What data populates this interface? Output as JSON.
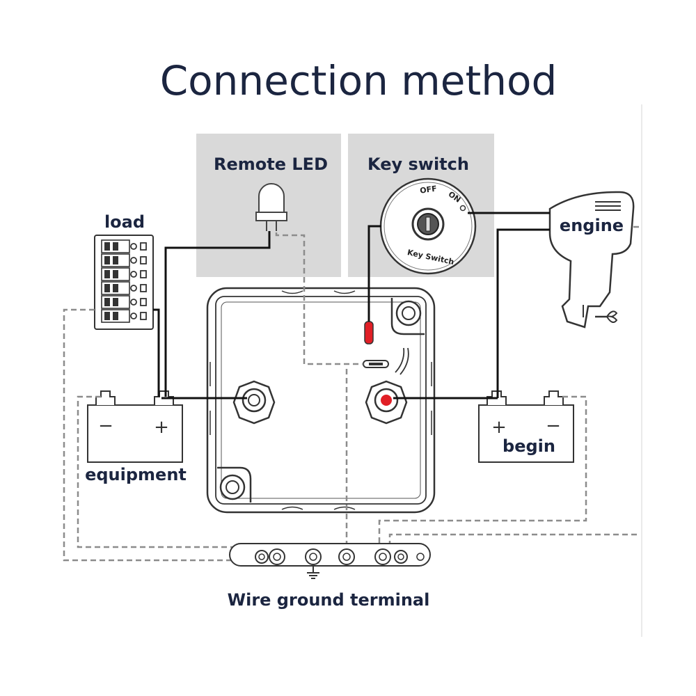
{
  "title": "Connection method",
  "labels": {
    "remote_led": "Remote LED",
    "key_switch": "Key switch",
    "load": "load",
    "engine": "engine",
    "equipment": "equipment",
    "begin": "begin",
    "ground_terminal": "Wire ground terminal"
  },
  "key_switch_face": {
    "off": "OFF",
    "on": "ON",
    "caption": "Key Switch"
  },
  "battery_symbols": {
    "minus": "−",
    "plus": "+"
  },
  "colors": {
    "title": "#1b2540",
    "panel": "#d9d9d9",
    "indicator_red": "#e11f26",
    "dashed_wire": "#8c8c8c"
  }
}
